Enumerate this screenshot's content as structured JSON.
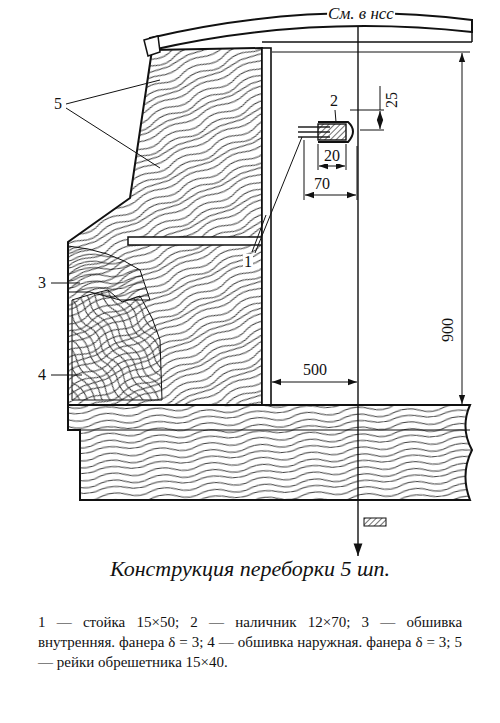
{
  "diagram": {
    "caption": "Конструкция переборки 5 шп.",
    "labels": [
      "См. в нсс",
      "5",
      "3",
      "4",
      "2",
      "1",
      "25",
      "20",
      "70",
      "900",
      "500",
      "1 — стойка 15×50;",
      "2 — наличник 12×70;",
      "3 — обшивка внутренняя. фанера δ = 3;",
      "4 — обшивка наружная. фанера δ = 3;",
      "5 — рейки обрешетника 15×40."
    ]
  }
}
